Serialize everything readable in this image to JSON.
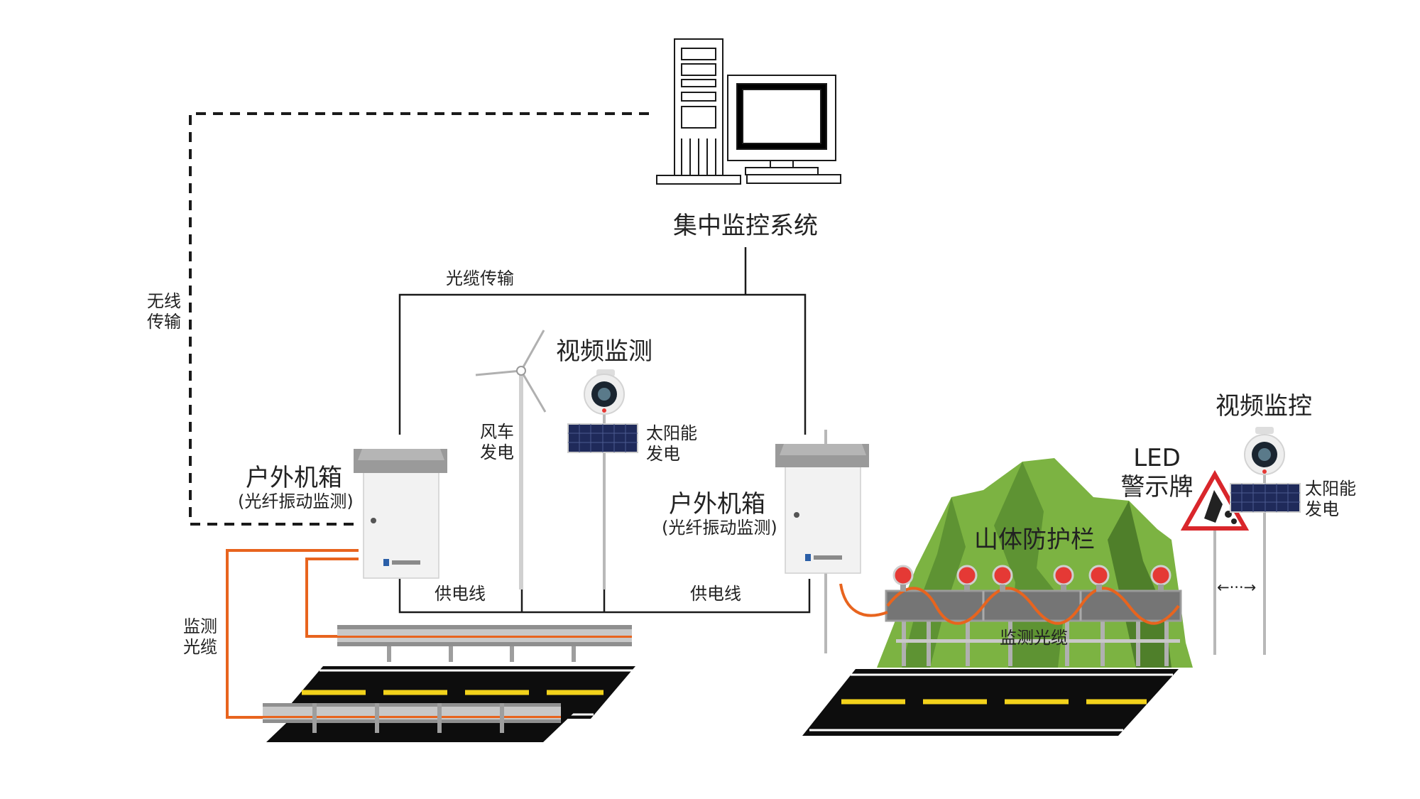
{
  "labels": {
    "central_system": "集中监控系统",
    "fiber_transmission": "光缆传输",
    "wireless_line1": "无线",
    "wireless_line2": "传输",
    "video_monitoring": "视频监测",
    "wind_line1": "风车",
    "wind_line2": "发电",
    "solar_line1": "太阳能",
    "solar_line2": "发电",
    "cabinet_left_title": "户外机箱",
    "cabinet_left_sub": "(光纤振动监测)",
    "cabinet_right_title": "户外机箱",
    "cabinet_right_sub": "(光纤振动监测)",
    "power_line_left": "供电线",
    "power_line_right": "供电线",
    "monitor_cable_line1": "监测",
    "monitor_cable_line2": "光缆",
    "mountain_fence": "山体防护栏",
    "monitor_cable_fence": "监测光缆",
    "led_line1": "LED",
    "led_line2": "警示牌",
    "video_control": "视频监控",
    "solar2_line1": "太阳能",
    "solar2_line2": "发电",
    "arrow_hint": "←···→"
  },
  "colors": {
    "fiber_orange": "#e8641e",
    "line_black": "#1a1a1a",
    "mountain_green": "#7cb342",
    "mountain_dark": "#4f7f2a",
    "road": "#0d0d0d",
    "road_stripe": "#f2d21b",
    "cabinet_body": "#f2f2f2",
    "cabinet_roof": "#9a9a9a",
    "solar_panel": "#1f2a5a",
    "warning_red": "#d9262b",
    "lamp_red": "#e53935"
  },
  "icons": [
    "computer-tower-icon",
    "monitor-icon",
    "wind-turbine-icon",
    "camera-icon",
    "solar-panel-icon",
    "warning-sign-icon",
    "cabinet-icon",
    "warning-lamp-icon"
  ]
}
